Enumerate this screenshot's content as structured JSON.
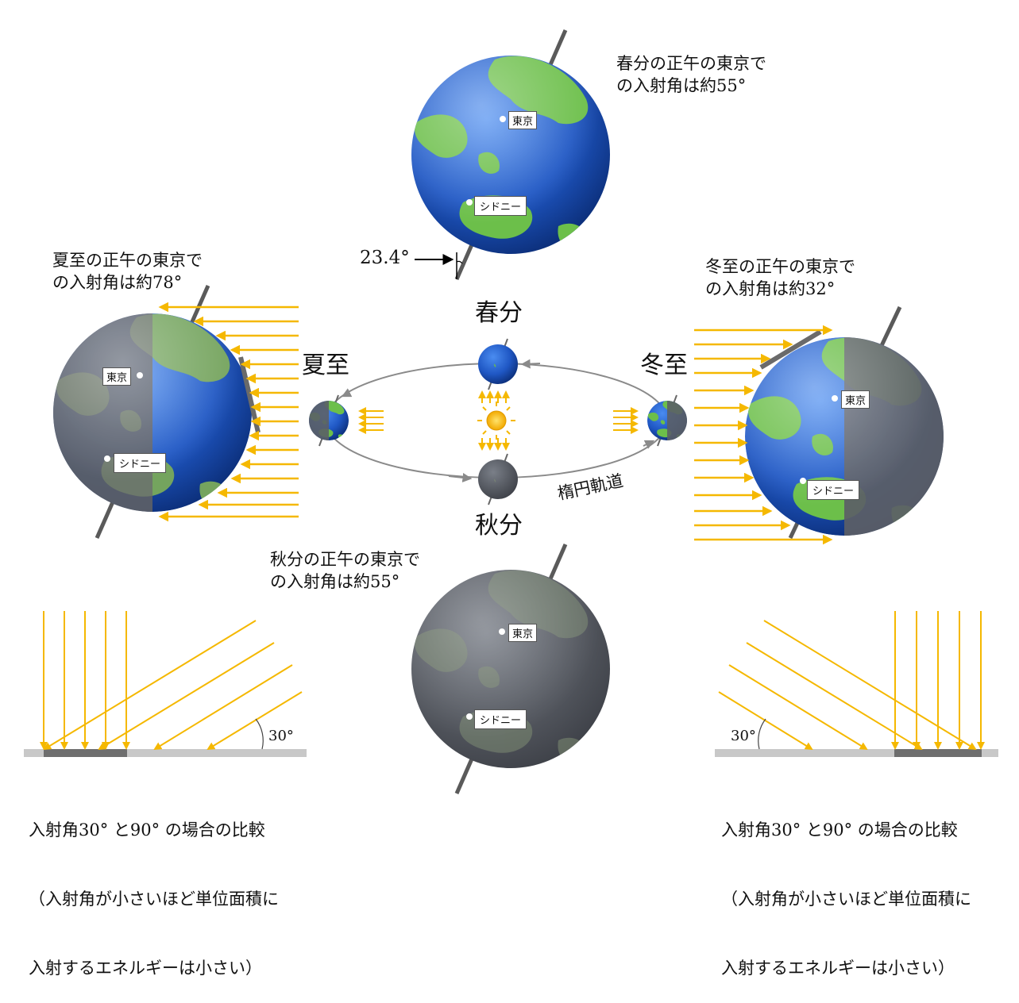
{
  "seasons": {
    "spring": "春分",
    "summer": "夏至",
    "autumn": "秋分",
    "winter": "冬至"
  },
  "orbit_label": "楕円軌道",
  "tilt_label": "23.4°",
  "city_labels": {
    "tokyo": "東京",
    "sydney": "シドニー"
  },
  "notes": {
    "spring": "春分の正午の東京で\nの入射角は約55°",
    "summer": "夏至の正午の東京で\nの入射角は約78°",
    "winter": "冬至の正午の東京で\nの入射角は約32°",
    "autumn": "秋分の正午の東京で\nの入射角は約55°"
  },
  "comparison": {
    "angle_label": "30°",
    "caption_line1": "入射角30° と90° の場合の比較",
    "caption_line2": "（入射角が小さいほど単位面積に",
    "caption_line3": "入射するエネルギーは小さい）"
  },
  "colors": {
    "sunlight": "#f5b800",
    "ocean": "#1f57c4",
    "land": "#6cbf4a",
    "night": "#5b5f66",
    "ground": "#c8c8c8",
    "ground_dark": "#6e6e6e",
    "orbit": "#8a8a8a"
  }
}
